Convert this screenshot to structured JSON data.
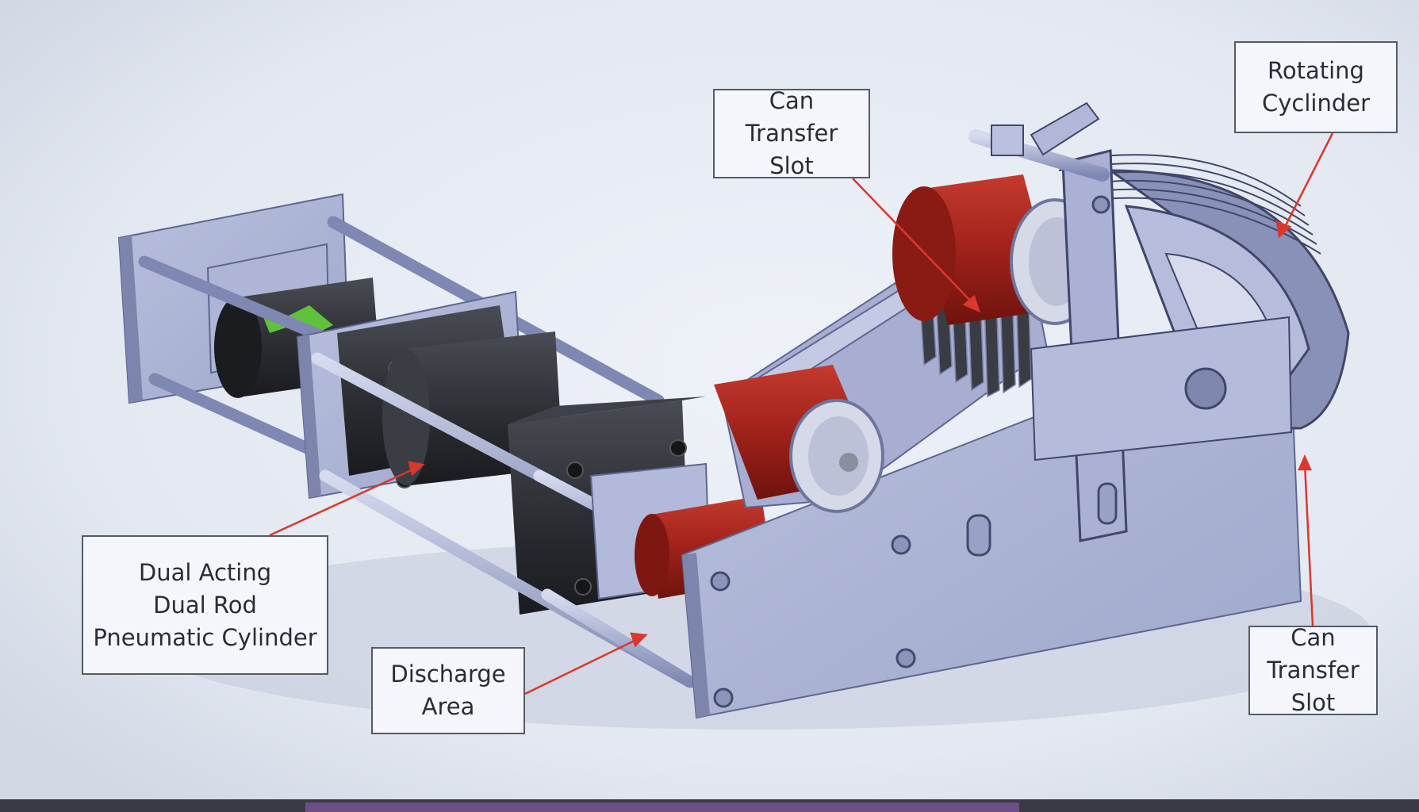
{
  "labels": {
    "rotating_cylinder": "Rotating\nCyclinder",
    "can_transfer_slot_top": "Can\nTransfer\nSlot",
    "dual_acting_cylinder": "Dual Acting\nDual Rod\nPneumatic Cylinder",
    "discharge_area": "Discharge\nArea",
    "can_transfer_slot_bottom": "Can\nTransfer\nSlot"
  },
  "colors": {
    "arrow": "#d9382c",
    "frame_metal": "#a9b0d0",
    "can_red": "#a4241c",
    "cylinder_black": "#2a2b30",
    "monster_green": "#5fc23a"
  },
  "icons": [
    "mounting-bolt-icon",
    "arrow-head-icon"
  ]
}
